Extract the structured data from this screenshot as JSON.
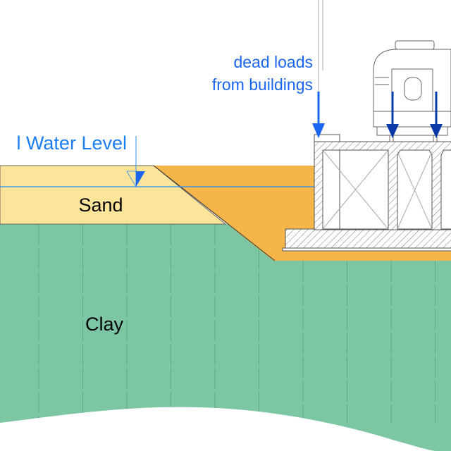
{
  "labels": {
    "dead_loads_line1": "dead loads",
    "dead_loads_line2": "from buildings",
    "water_level": "l Water Level",
    "sand": "Sand",
    "clay": "Clay"
  },
  "colors": {
    "sand": "#fce59b",
    "backfill": "#f5b549",
    "clay": "#7dc6a4",
    "water": "#2a8ef0",
    "label_blue": "#1a66f0",
    "load_arrow_dark": "#0a3aa8",
    "structure_line": "#555555"
  }
}
